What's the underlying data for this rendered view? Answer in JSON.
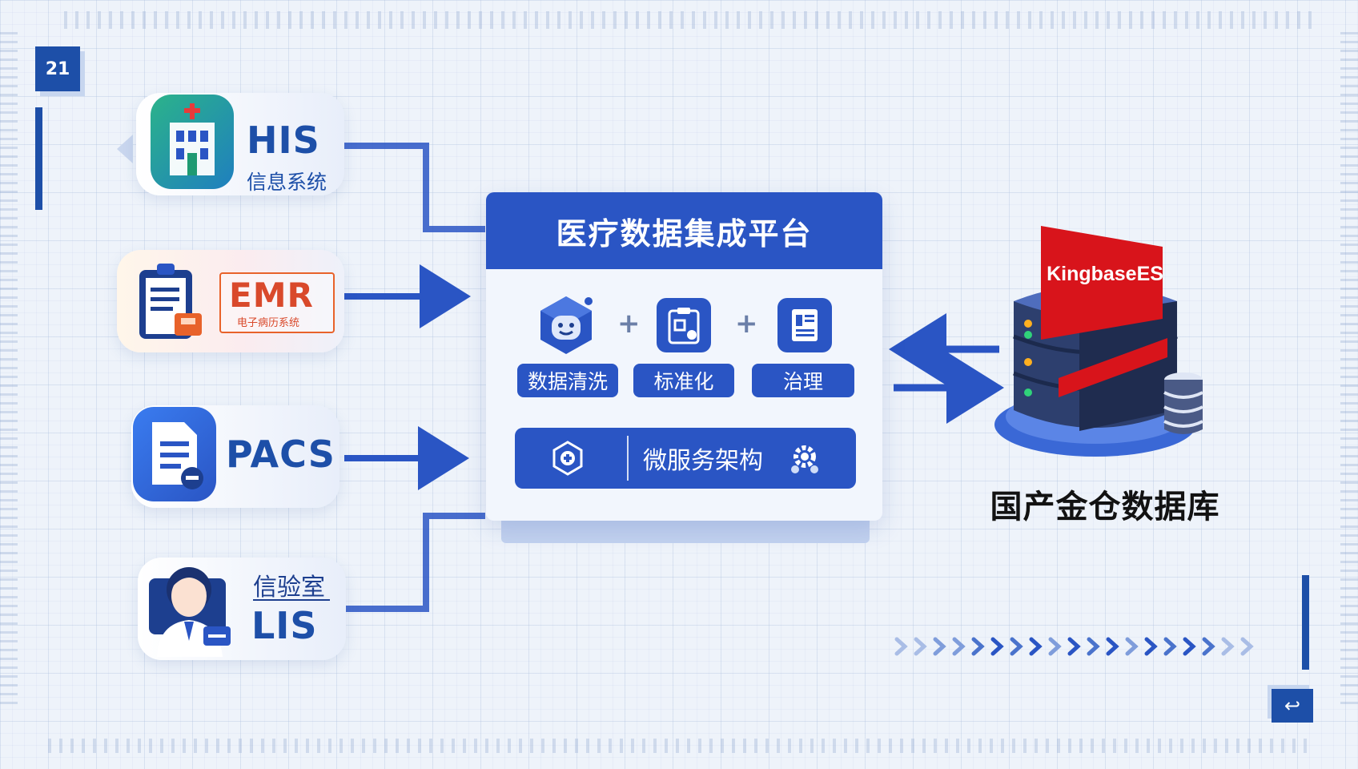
{
  "page_number": "21",
  "nav_button_glyph": "↩",
  "sources": [
    {
      "id": "his",
      "title": "HIS",
      "subtitle": "信息系统",
      "icon": "hospital-building-icon"
    },
    {
      "id": "emr",
      "title": "EMR",
      "subtitle": "电子病历系统",
      "icon": "clipboard-document-icon"
    },
    {
      "id": "pacs",
      "title": "PACS",
      "subtitle": "",
      "icon": "document-minus-icon"
    },
    {
      "id": "lis",
      "title": "LIS",
      "subtitle": "信验室",
      "icon": "lab-technician-avatar-icon"
    }
  ],
  "platform": {
    "title": "医疗数据集成平台",
    "features": [
      {
        "label": "数据清洗",
        "icon": "robot-face-icon"
      },
      {
        "label": "标准化",
        "icon": "clipboard-check-icon"
      },
      {
        "label": "治理",
        "icon": "document-list-icon"
      }
    ],
    "plus_sign": "+",
    "microservice": {
      "label": "微服务架构",
      "left_icon": "shield-hexagon-icon",
      "right_icon": "gear-cluster-icon"
    }
  },
  "database": {
    "brand": "KingbaseES",
    "caption": "国产金仓数据库",
    "icon": "database-server-icon"
  },
  "colors": {
    "primary": "#2a55c4",
    "dark_primary": "#1d4fa8",
    "brand_red": "#d8141b",
    "his_green": "#1f9a72",
    "emr_orange": "#e8622a"
  }
}
